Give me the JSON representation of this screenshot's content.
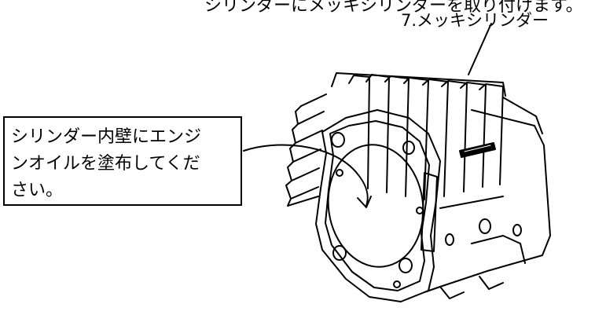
{
  "top_text": "シリンダーにメッキシリンダーを取り付けます。",
  "part_label": "7.メッキシリンダー",
  "note": {
    "lines": [
      "シリンダー内壁にエンジ",
      "ンオイルを塗布してくだ",
      "さい。"
    ]
  }
}
